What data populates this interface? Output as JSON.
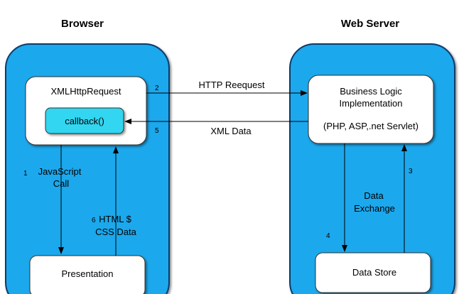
{
  "browser": {
    "title": "Browser",
    "xhr": "XMLHttpRequest",
    "callback": "callback()",
    "presentation": "Presentation"
  },
  "server": {
    "title": "Web Server",
    "business_line1": "Business Logic",
    "business_line2": "Implementation",
    "business_line3": "(PHP, ASP,.net Servlet)",
    "datastore": "Data Store"
  },
  "arrows": {
    "request_num": "2",
    "request_label": "HTTP Reequest",
    "response_num": "5",
    "response_label": "XML Data",
    "js_num": "1",
    "js_line1": "JavaScript",
    "js_line2": "Call",
    "html_num": "6",
    "html_line1": "HTML $",
    "html_line2": "CSS Data",
    "store_num": "3",
    "exchange_num": "4",
    "exchange_line1": "Data",
    "exchange_line2": "Exchange"
  },
  "colors": {
    "panel": "#1aa8ec",
    "panel_stroke": "#0a3a6b",
    "callback_fill": "#33d6f0",
    "box_fill": "#ffffff"
  }
}
